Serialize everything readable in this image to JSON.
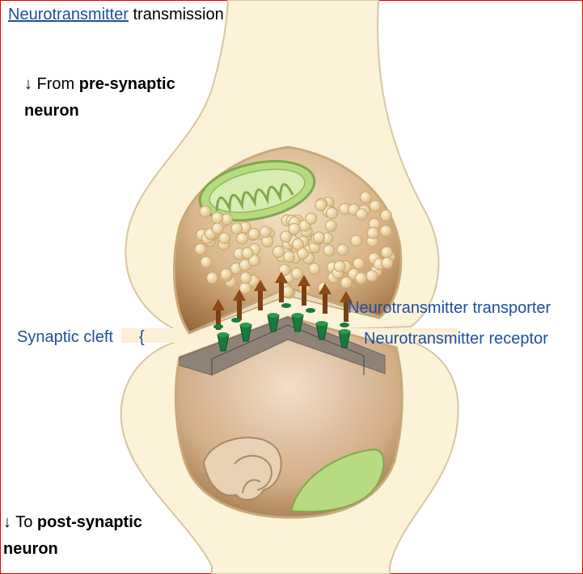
{
  "title": {
    "link_text": "Neurotransmitter",
    "rest": " transmission"
  },
  "pre_label": {
    "arrow": "↓",
    "prefix": " From ",
    "bold": "pre-synaptic neuron"
  },
  "post_label": {
    "arrow": "↓",
    "prefix": " To ",
    "bold": "post-synaptic neuron"
  },
  "labels": {
    "synaptic_cleft": "Synaptic cleft",
    "brace": "{",
    "transporter": "Neurotransmitter transporter",
    "receptor": "Neurotransmitter receptor"
  },
  "colors": {
    "neuron_fill": "#fcf2d7",
    "neuron_stroke": "#d6c7a1",
    "cytoplasm": "#b58659",
    "mitochondrion": "#b8db82",
    "vesicle": "#efd7a6",
    "receptor": "#1a7a3a",
    "transporter": "#7a3f12",
    "label_blue": "#1f4fa3"
  }
}
